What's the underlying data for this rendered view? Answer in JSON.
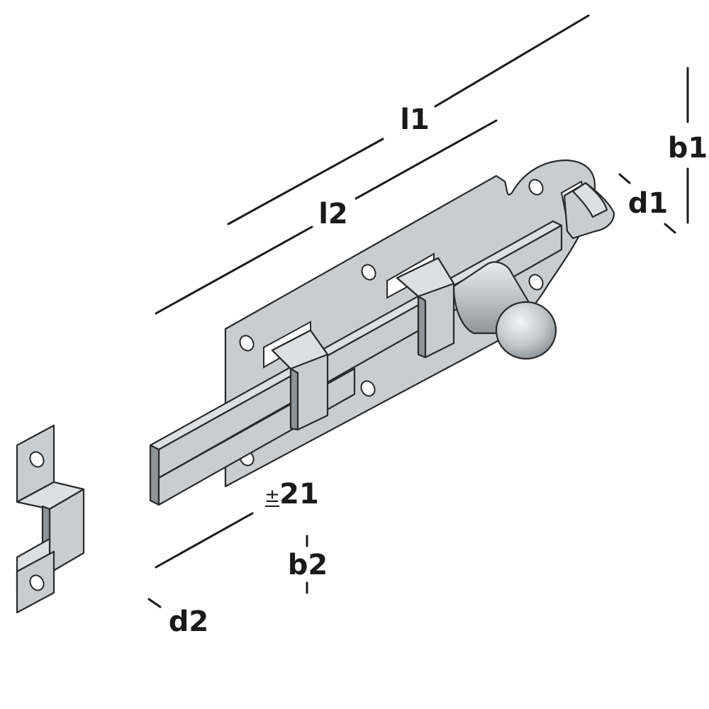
{
  "dimensions": {
    "l1": "l1",
    "l2": "l2",
    "b1": "b1",
    "d1": "d1",
    "b2": "b2",
    "d2": "d2",
    "plus_minus": "±",
    "tolerance_value": "21"
  },
  "colors": {
    "metal_base": "#c9cdd0",
    "metal_edge": "#8e9498",
    "outline": "#2a2a2a",
    "label": "#1a1a1a"
  }
}
